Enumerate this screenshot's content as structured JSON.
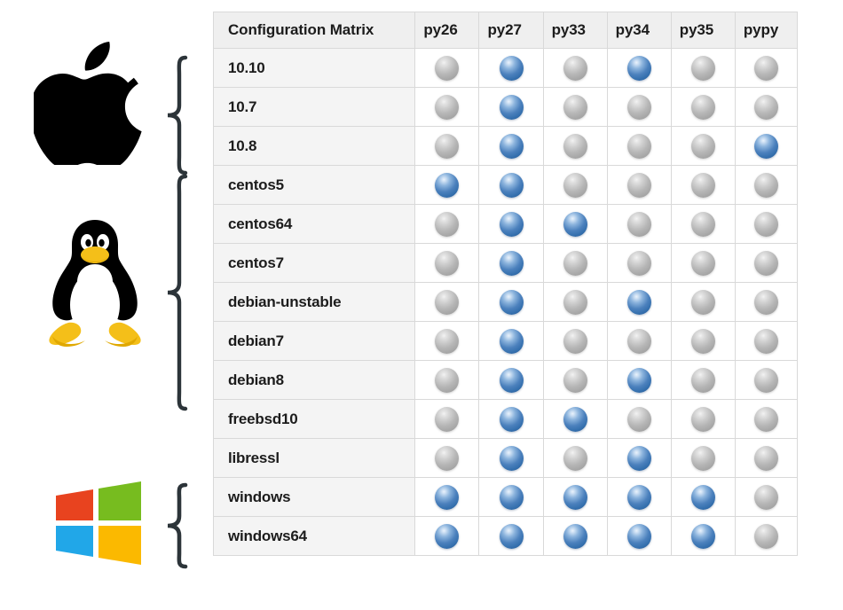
{
  "table": {
    "corner_header": "Configuration Matrix",
    "columns": [
      "py26",
      "py27",
      "py33",
      "py34",
      "py35",
      "pypy"
    ],
    "rows": [
      {
        "name": "10.10",
        "os": "macos",
        "status": [
          "gray",
          "blue",
          "gray",
          "blue",
          "gray",
          "gray"
        ]
      },
      {
        "name": "10.7",
        "os": "macos",
        "status": [
          "gray",
          "blue",
          "gray",
          "gray",
          "gray",
          "gray"
        ]
      },
      {
        "name": "10.8",
        "os": "macos",
        "status": [
          "gray",
          "blue",
          "gray",
          "gray",
          "gray",
          "blue"
        ]
      },
      {
        "name": "centos5",
        "os": "linux",
        "status": [
          "blue",
          "blue",
          "gray",
          "gray",
          "gray",
          "gray"
        ]
      },
      {
        "name": "centos64",
        "os": "linux",
        "status": [
          "gray",
          "blue",
          "blue",
          "gray",
          "gray",
          "gray"
        ]
      },
      {
        "name": "centos7",
        "os": "linux",
        "status": [
          "gray",
          "blue",
          "gray",
          "gray",
          "gray",
          "gray"
        ]
      },
      {
        "name": "debian-unstable",
        "os": "linux",
        "status": [
          "gray",
          "blue",
          "gray",
          "blue",
          "gray",
          "gray"
        ]
      },
      {
        "name": "debian7",
        "os": "linux",
        "status": [
          "gray",
          "blue",
          "gray",
          "gray",
          "gray",
          "gray"
        ]
      },
      {
        "name": "debian8",
        "os": "linux",
        "status": [
          "gray",
          "blue",
          "gray",
          "blue",
          "gray",
          "gray"
        ]
      },
      {
        "name": "freebsd10",
        "os": "bsd",
        "status": [
          "gray",
          "blue",
          "blue",
          "gray",
          "gray",
          "gray"
        ]
      },
      {
        "name": "libressl",
        "os": "bsd",
        "status": [
          "gray",
          "blue",
          "gray",
          "blue",
          "gray",
          "gray"
        ]
      },
      {
        "name": "windows",
        "os": "windows",
        "status": [
          "blue",
          "blue",
          "blue",
          "blue",
          "blue",
          "gray"
        ]
      },
      {
        "name": "windows64",
        "os": "windows",
        "status": [
          "blue",
          "blue",
          "blue",
          "blue",
          "blue",
          "gray"
        ]
      }
    ]
  },
  "os_groups": [
    {
      "key": "macos",
      "icon": "apple-logo",
      "rows": [
        "10.10",
        "10.7",
        "10.8"
      ]
    },
    {
      "key": "linux",
      "icon": "linux-tux-logo",
      "rows": [
        "centos5",
        "centos64",
        "centos7",
        "debian-unstable",
        "debian7",
        "debian8"
      ]
    },
    {
      "key": "windows",
      "icon": "windows-logo",
      "rows": [
        "windows",
        "windows64"
      ]
    }
  ],
  "colors": {
    "ball_pass": "#3570ae",
    "ball_idle": "#b0b0b0",
    "header_bg": "#efefef",
    "row_label_bg": "#f4f4f4",
    "grid_line": "#d9d9d9",
    "apple_logo": "#000000",
    "tux_body": "#000000",
    "tux_belly": "#ffffff",
    "tux_beak": "#f4bf19",
    "win_red": "#e8431f",
    "win_green": "#77bc1f",
    "win_blue": "#21a7e8",
    "win_yellow": "#fbb900",
    "brace": "#2c3439"
  }
}
